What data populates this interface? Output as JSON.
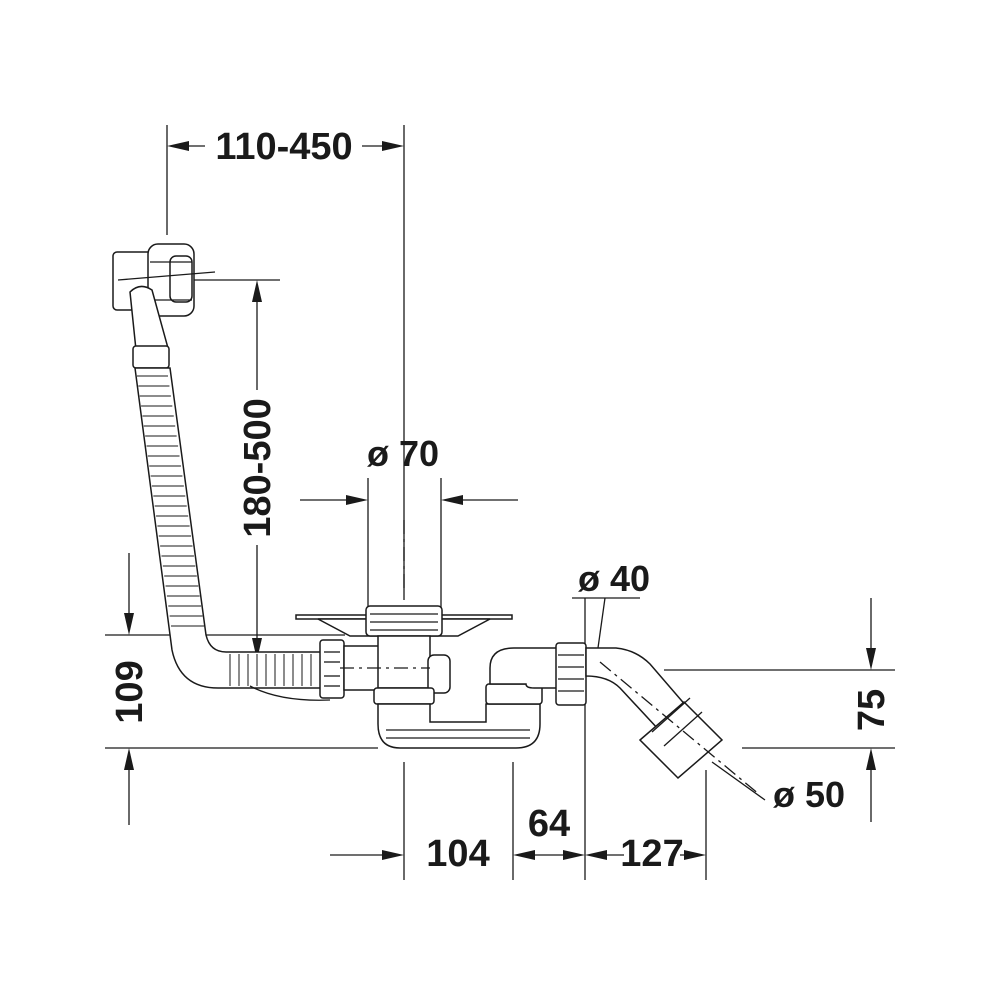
{
  "drawing": {
    "dimensions": {
      "overflow_offset": "110-450",
      "overflow_height": "180-500",
      "drain_diameter": "ø 70",
      "pipe_diameter_40": "ø 40",
      "outlet_diameter_50": "ø 50",
      "total_height": "109",
      "outlet_height": "75",
      "dist_104": "104",
      "dist_64": "64",
      "dist_127": "127"
    }
  }
}
